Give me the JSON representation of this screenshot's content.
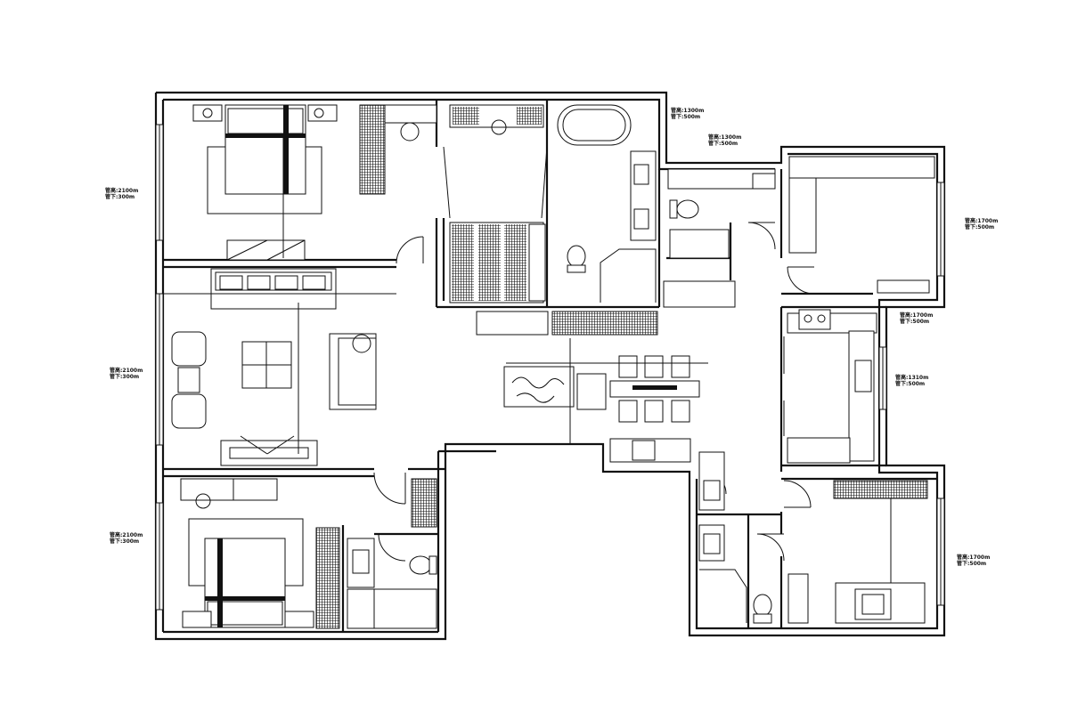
{
  "notes": [
    {
      "id": "tl",
      "line1": "管高:2100m",
      "line2": "管下:300m"
    },
    {
      "id": "ml",
      "line1": "管高:2100m",
      "line2": "管下:300m"
    },
    {
      "id": "bl",
      "line1": "管高:2100m",
      "line2": "管下:300m"
    },
    {
      "id": "t1",
      "line1": "管高:1300m",
      "line2": "管下:500m"
    },
    {
      "id": "t2",
      "line1": "管高:1300m",
      "line2": "管下:500m"
    },
    {
      "id": "r1",
      "line1": "管高:1700m",
      "line2": "管下:500m"
    },
    {
      "id": "r2",
      "line1": "管高:1700m",
      "line2": "管下:500m"
    },
    {
      "id": "r3",
      "line1": "管高:1310m",
      "line2": "管下:500m"
    },
    {
      "id": "r4",
      "line1": "管高:1700m",
      "line2": "管下:500m"
    }
  ]
}
